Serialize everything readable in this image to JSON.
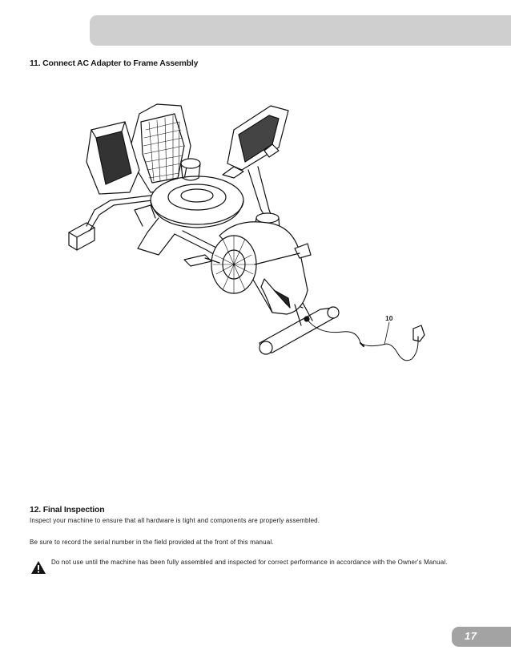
{
  "step11": {
    "title": "11. Connect AC Adapter to Frame Assembly"
  },
  "figure": {
    "callout": "10"
  },
  "step12": {
    "title": "12. Final Inspection",
    "inspect_text": "Inspect your machine to ensure that all hardware is tight and components are properly assembled.",
    "serial_text": "Be sure to record the serial number in the field provided at the front of this manual.",
    "warning_text": "Do not use until the machine has been fully assembled and inspected for correct performance in accordance with the Owner's Manual.",
    "warning_icon": "warning-triangle-icon"
  },
  "footer": {
    "page_number": "17"
  },
  "colors": {
    "header_bar": "#cfcfcf",
    "page_tab": "#a3a3a3"
  }
}
